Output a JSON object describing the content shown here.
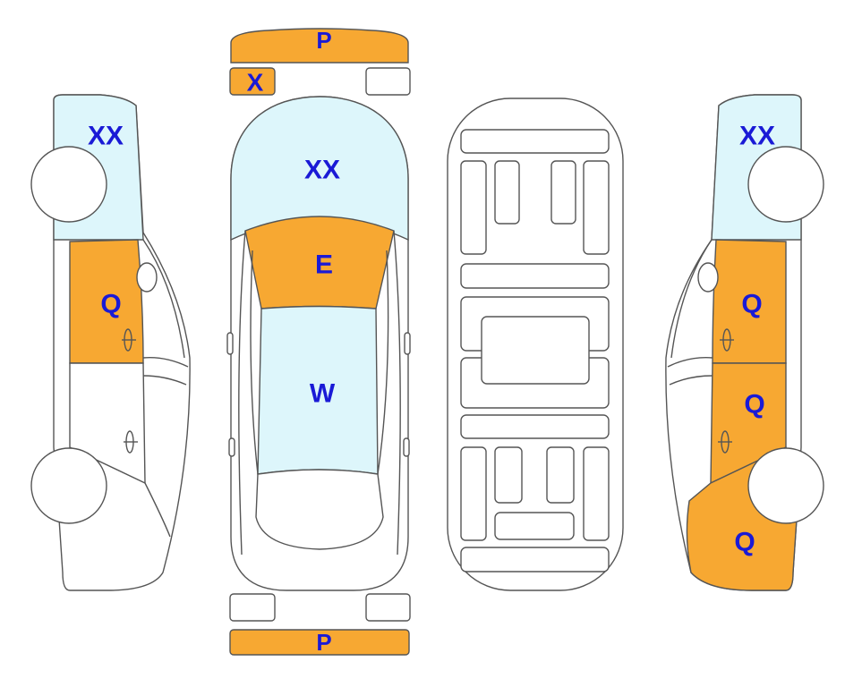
{
  "colors": {
    "orange": "#F7A832",
    "light_blue": "#DDF6FB",
    "white": "#FFFFFF",
    "stroke": "#555555",
    "label": "#1A1AD6"
  },
  "labels": {
    "front_bumper": "P",
    "rear_bumper": "P",
    "front_left_light": "X",
    "windshield": "XX",
    "hood_front": "E",
    "hood": "W",
    "left_front_fender": "XX",
    "left_front_door": "Q",
    "right_front_fender": "XX",
    "right_front_door": "Q",
    "right_rear_door": "Q",
    "right_rear_fender": "Q"
  },
  "panel_fills": {
    "front_bumper": "orange",
    "front_left_light": "orange",
    "front_right_light": "white",
    "rear_left_light": "white",
    "rear_right_light": "white",
    "rear_bumper": "orange",
    "windshield": "light_blue",
    "hood_front": "orange",
    "hood": "light_blue",
    "left_front_fender": "light_blue",
    "left_front_door": "orange",
    "left_rear_door": "white",
    "right_front_fender": "light_blue",
    "right_front_door": "orange",
    "right_rear_door": "orange",
    "right_rear_fender": "orange"
  }
}
